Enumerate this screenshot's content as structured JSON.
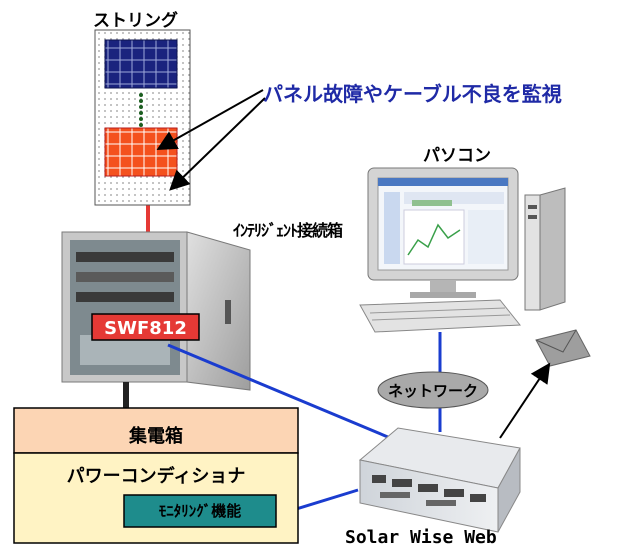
{
  "string": {
    "title": "ストリング"
  },
  "callout": {
    "text": "パネル故障やケーブル不良を監視"
  },
  "pc": {
    "title": "パソコン"
  },
  "junction_box": {
    "title": "ｲﾝﾃﾘｼﾞｪﾝﾄ接続箱"
  },
  "swf": {
    "label": "SWF812"
  },
  "network": {
    "label": "ネットワーク"
  },
  "collector": {
    "label": "集電箱"
  },
  "pcs": {
    "label": "パワーコンディショナ"
  },
  "monitor": {
    "label": "ﾓﾆﾀﾘﾝｸﾞ機能"
  },
  "device": {
    "label": "Solar Wise Web"
  },
  "colors": {
    "panel_blue": "#1a237e",
    "panel_red": "#f4511e",
    "wire_red": "#e53935",
    "link_blue": "#1a3ccf",
    "callout_text": "#1f2aa6",
    "collector_fill": "#fcd5b4",
    "pcs_fill": "#fff3c4",
    "swf_fill": "#e53935",
    "monitor_fill": "#1e8c8c"
  }
}
